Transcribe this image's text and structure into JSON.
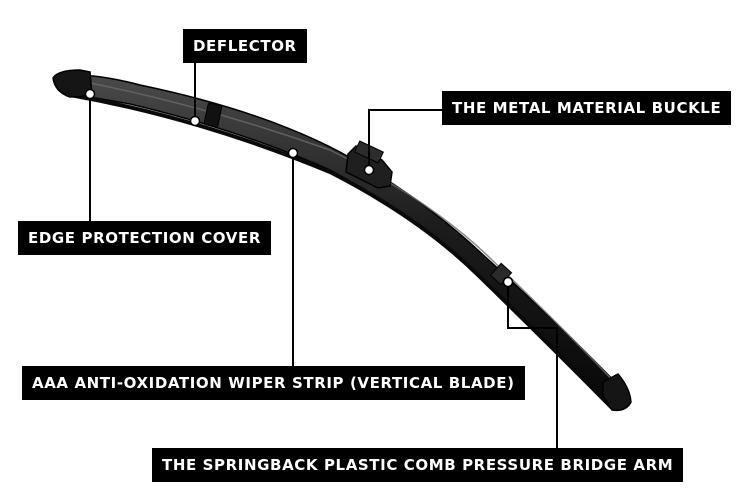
{
  "callouts": {
    "deflector": "DEFLECTOR",
    "buckle": "THE METAL MATERIAL BUCKLE",
    "edge_cover": "EDGE PROTECTION COVER",
    "wiper_strip": "AAA ANTI-OXIDATION WIPER STRIP (VERTICAL BLADE)",
    "bridge_arm": "THE SPRINGBACK PLASTIC COMB PRESSURE BRIDGE ARM"
  },
  "colors": {
    "blade": "#1a1a1a",
    "label_bg": "#000000",
    "label_text": "#ffffff",
    "leader": "#000000",
    "marker": "#ffffff"
  }
}
